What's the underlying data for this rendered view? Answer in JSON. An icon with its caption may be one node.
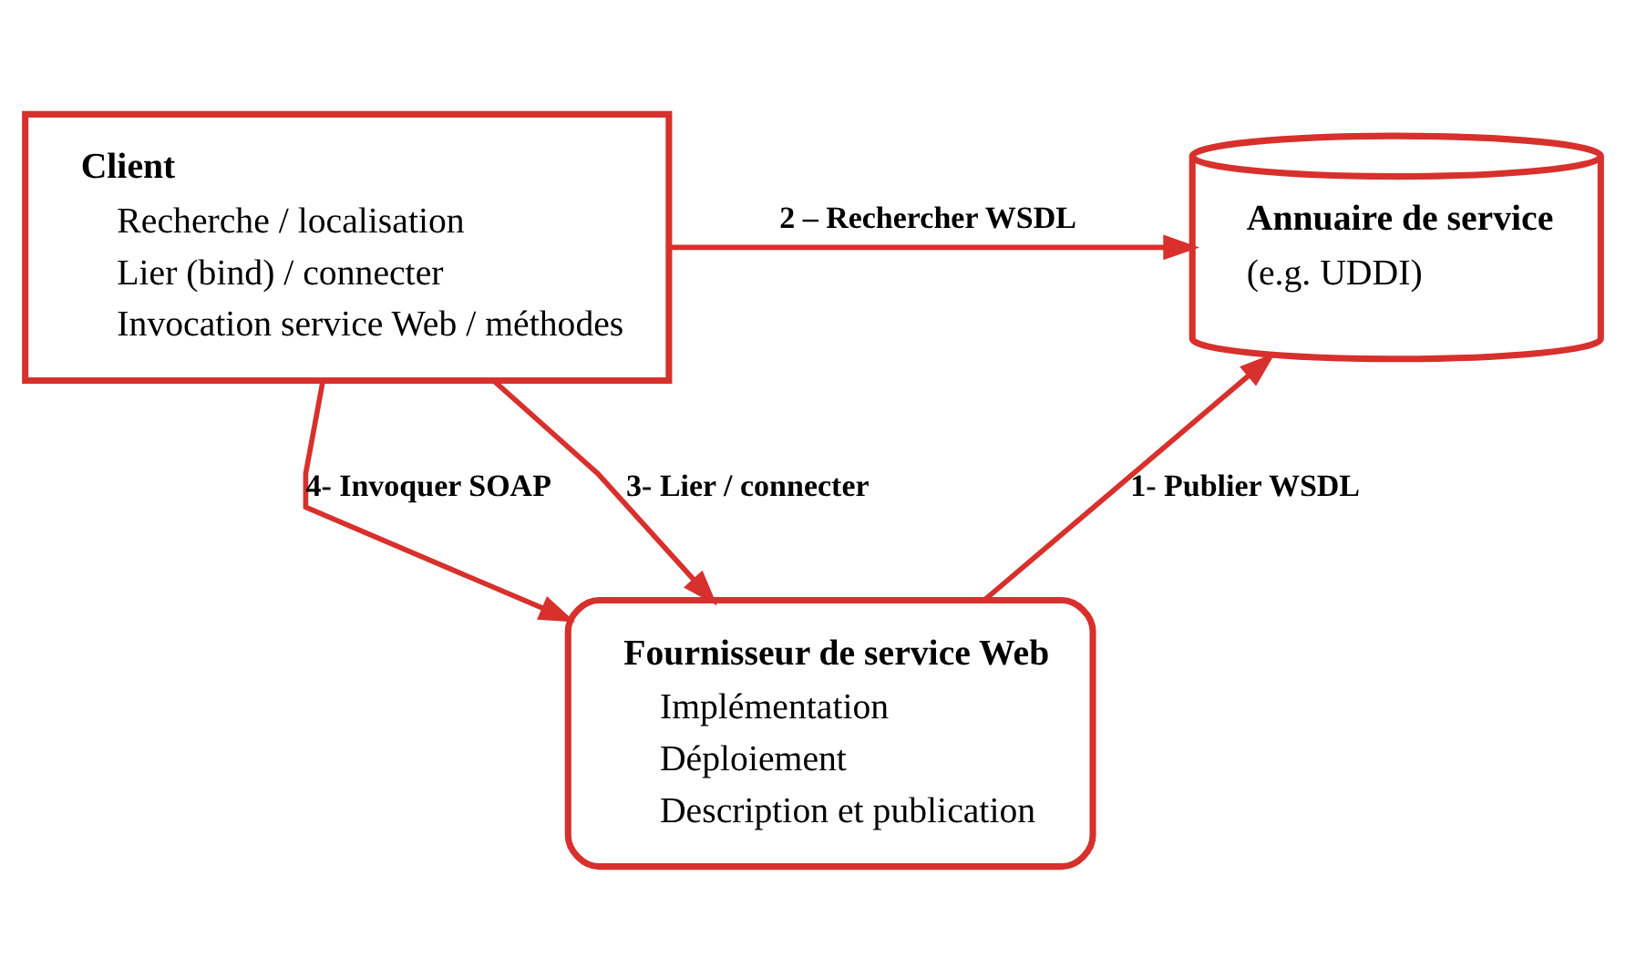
{
  "diagram": {
    "nodes": [
      {
        "text": [
          "Client",
          "Recherche / localisation",
          "Lier (bind) / connecter",
          "Invocation service Web / méthodes"
        ]
      },
      {
        "text": [
          "Annuaire de service",
          "(e.g. UDDI)"
        ]
      },
      {
        "text": [
          "Fournisseur de service Web",
          "Implémentation",
          "Déploiement",
          "Description et publication"
        ]
      }
    ],
    "edges": [
      {
        "from": 0,
        "to": 1,
        "arrow": "to",
        "label": "2 – Rechercher WSDL"
      },
      {
        "from": 0,
        "to": 2,
        "arrow": "to",
        "label": "4- Invoquer SOAP"
      },
      {
        "from": 0,
        "to": 2,
        "arrow": "to",
        "label": "3- Lier / connecter"
      },
      {
        "from": 2,
        "to": 1,
        "arrow": "to",
        "label": "1- Publier WSDL"
      }
    ]
  }
}
